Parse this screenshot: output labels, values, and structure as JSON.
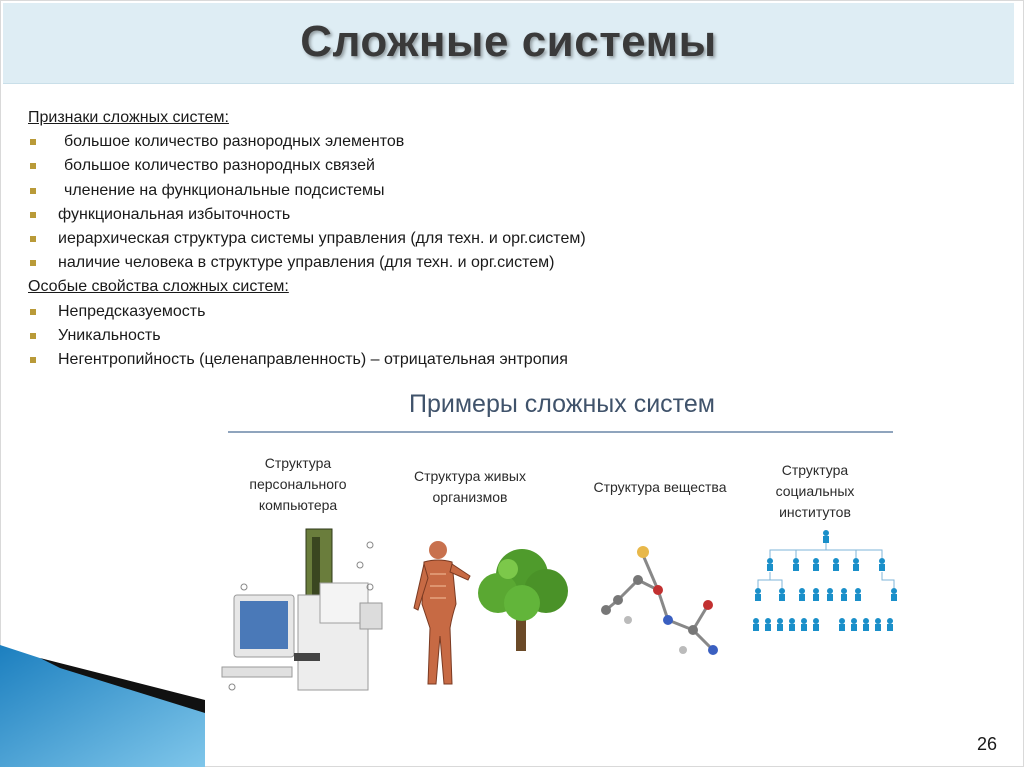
{
  "slide": {
    "title": "Сложные системы",
    "page_number": "26"
  },
  "features": {
    "heading": "Признаки сложных систем:",
    "items": [
      "большое количество разнородных элементов",
      "большое количество разнородных связей",
      "членение на функциональные  подсистемы",
      "функциональная избыточность",
      "иерархическая структура системы управления (для техн. и орг.систем)",
      "наличие человека в структуре управления (для техн. и орг.систем)"
    ]
  },
  "properties": {
    "heading": "Особые свойства сложных систем:",
    "items": [
      "Непредсказуемость",
      "Уникальность",
      "Негентропийность (целенаправленность) – отрицательная энтропия"
    ]
  },
  "examples": {
    "title": "Примеры сложных систем",
    "captions": {
      "computer_1": "Структура",
      "computer_2": "персонального",
      "computer_3": "компьютера",
      "organisms_1": "Структура живых",
      "organisms_2": "организмов",
      "substance_1": "Структура вещества",
      "social_1": "Структура",
      "social_2": "социальных",
      "social_3": "институтов"
    },
    "icons": [
      "computer-illustration",
      "human-anatomy-illustration",
      "tree-illustration",
      "molecule-illustration",
      "org-chart-illustration"
    ]
  },
  "colors": {
    "title_bar": "#deedf4",
    "bullet": "#b99a38",
    "accent_blue": "#1a8fc9",
    "wedge_dark": "#111111"
  }
}
